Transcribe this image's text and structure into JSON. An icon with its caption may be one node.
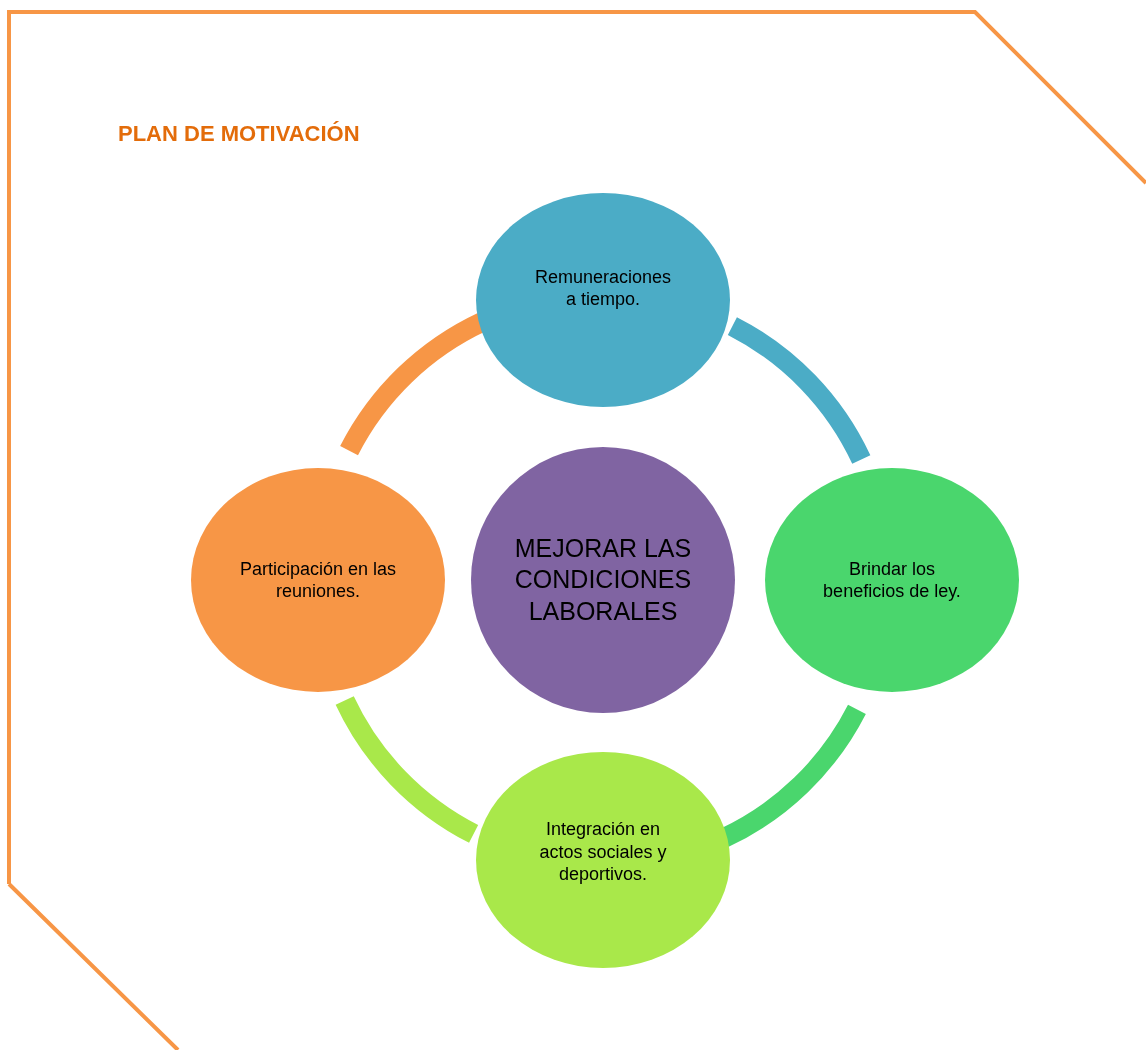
{
  "diagram": {
    "title": "PLAN DE MOTIVACIÓN",
    "nodes": [
      {
        "text": [
          "Remuneraciones a tiempo."
        ]
      },
      {
        "text": [
          "Participación en las reuniones."
        ]
      },
      {
        "text": [
          "MEJORAR LAS CONDICIONES LABORALES"
        ]
      },
      {
        "text": [
          "Brindar los beneficios de ley."
        ]
      },
      {
        "text": [
          "Integración en actos sociales y deportivos."
        ]
      }
    ],
    "edges": [
      {
        "from": 0,
        "to": 3,
        "arrow": "none",
        "color": "#4bacc6"
      },
      {
        "from": 3,
        "to": 4,
        "arrow": "none",
        "color": "#4ad66d"
      },
      {
        "from": 4,
        "to": 1,
        "arrow": "none",
        "color": "#a9e84a"
      },
      {
        "from": 1,
        "to": 0,
        "arrow": "none",
        "color": "#f79646"
      }
    ]
  }
}
